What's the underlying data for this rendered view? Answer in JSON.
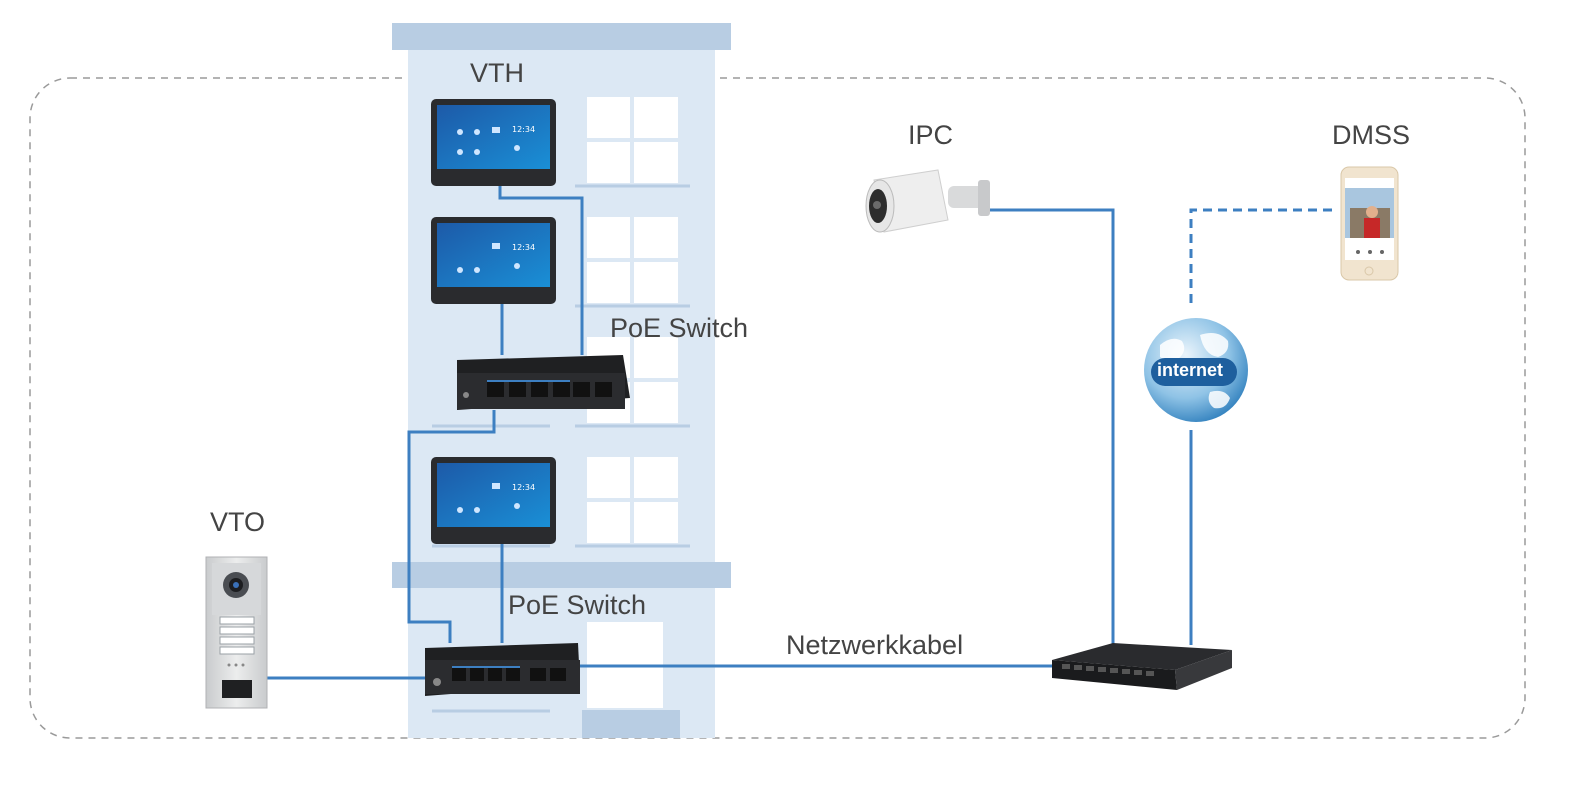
{
  "labels": {
    "vth": "VTH",
    "ipc": "IPC",
    "dmss": "DMSS",
    "vto": "VTO",
    "poe_switch_upper": "PoE Switch",
    "poe_switch_lower": "PoE Switch",
    "cable": "Netzwerkkabel",
    "internet": "internet"
  },
  "monitor_screen": {
    "time": "12:34"
  },
  "colors": {
    "cable": "#3d7fc1",
    "building": "#dce8f4",
    "building_trim": "#b8cde3",
    "dashed_border": "#9a9a9a",
    "text": "#444444"
  }
}
